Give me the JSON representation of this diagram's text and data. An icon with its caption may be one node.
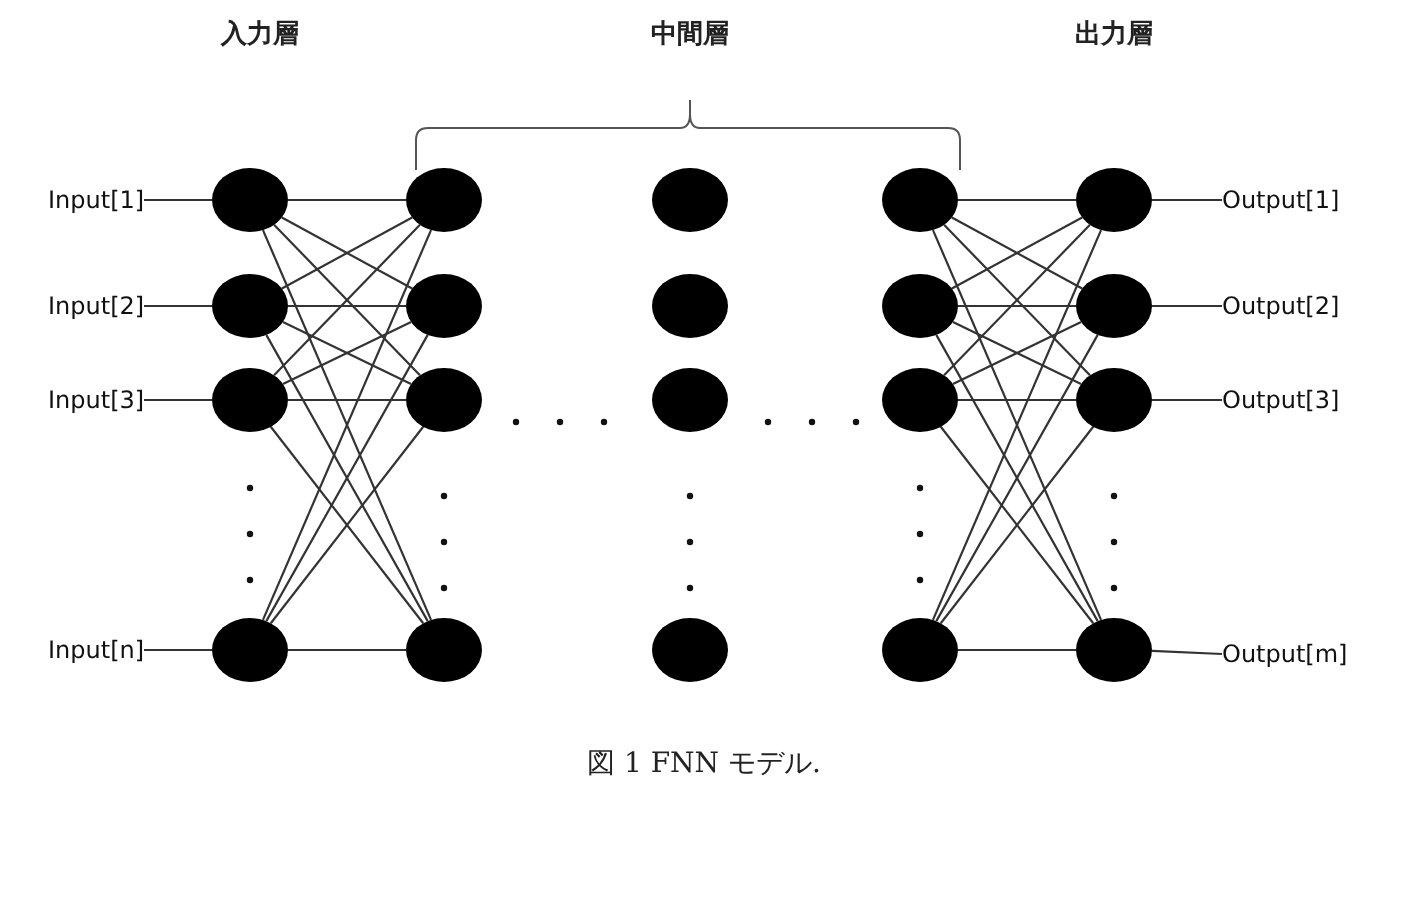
{
  "diagram": {
    "caption": "図 1 FNN モデル.",
    "nodes": [
      {
        "text": [
          "Input[1]"
        ]
      },
      {
        "text": [
          "Input[2]"
        ]
      },
      {
        "text": [
          "Input[3]"
        ]
      },
      {
        "text": [
          "Input[n]"
        ]
      },
      {
        "text": [],
        "shape": "circle"
      },
      {
        "text": [],
        "shape": "circle"
      },
      {
        "text": [],
        "shape": "circle"
      },
      {
        "text": [],
        "shape": "circle"
      },
      {
        "text": [],
        "shape": "circle"
      },
      {
        "text": [],
        "shape": "circle"
      },
      {
        "text": [],
        "shape": "circle"
      },
      {
        "text": [],
        "shape": "circle"
      },
      {
        "text": [],
        "shape": "circle"
      },
      {
        "text": [],
        "shape": "circle"
      },
      {
        "text": [],
        "shape": "circle"
      },
      {
        "text": [],
        "shape": "circle"
      },
      {
        "text": [],
        "shape": "circle"
      },
      {
        "text": [],
        "shape": "circle"
      },
      {
        "text": [],
        "shape": "circle"
      },
      {
        "text": [],
        "shape": "circle"
      },
      {
        "text": [],
        "shape": "circle"
      },
      {
        "text": [],
        "shape": "circle"
      },
      {
        "text": [],
        "shape": "circle"
      },
      {
        "text": [],
        "shape": "circle"
      },
      {
        "text": [
          "Output[1]"
        ]
      },
      {
        "text": [
          "Output[2]"
        ]
      },
      {
        "text": [
          "Output[3]"
        ]
      },
      {
        "text": [
          "Output[m]"
        ]
      }
    ],
    "edges": [
      {
        "from": 0,
        "to": 4,
        "arrow": "none"
      },
      {
        "from": 1,
        "to": 5,
        "arrow": "none"
      },
      {
        "from": 2,
        "to": 6,
        "arrow": "none"
      },
      {
        "from": 3,
        "to": 7,
        "arrow": "none"
      },
      {
        "from": 4,
        "to": 8,
        "arrow": "none"
      },
      {
        "from": 4,
        "to": 9,
        "arrow": "none"
      },
      {
        "from": 4,
        "to": 10,
        "arrow": "none"
      },
      {
        "from": 4,
        "to": 11,
        "arrow": "none"
      },
      {
        "from": 5,
        "to": 8,
        "arrow": "none"
      },
      {
        "from": 5,
        "to": 9,
        "arrow": "none"
      },
      {
        "from": 5,
        "to": 10,
        "arrow": "none"
      },
      {
        "from": 5,
        "to": 11,
        "arrow": "none"
      },
      {
        "from": 6,
        "to": 8,
        "arrow": "none"
      },
      {
        "from": 6,
        "to": 9,
        "arrow": "none"
      },
      {
        "from": 6,
        "to": 10,
        "arrow": "none"
      },
      {
        "from": 6,
        "to": 11,
        "arrow": "none"
      },
      {
        "from": 7,
        "to": 8,
        "arrow": "none"
      },
      {
        "from": 7,
        "to": 9,
        "arrow": "none"
      },
      {
        "from": 7,
        "to": 10,
        "arrow": "none"
      },
      {
        "from": 7,
        "to": 11,
        "arrow": "none"
      },
      {
        "from": 16,
        "to": 20,
        "arrow": "none"
      },
      {
        "from": 16,
        "to": 21,
        "arrow": "none"
      },
      {
        "from": 16,
        "to": 22,
        "arrow": "none"
      },
      {
        "from": 16,
        "to": 23,
        "arrow": "none"
      },
      {
        "from": 17,
        "to": 20,
        "arrow": "none"
      },
      {
        "from": 17,
        "to": 21,
        "arrow": "none"
      },
      {
        "from": 17,
        "to": 22,
        "arrow": "none"
      },
      {
        "from": 17,
        "to": 23,
        "arrow": "none"
      },
      {
        "from": 18,
        "to": 20,
        "arrow": "none"
      },
      {
        "from": 18,
        "to": 21,
        "arrow": "none"
      },
      {
        "from": 18,
        "to": 22,
        "arrow": "none"
      },
      {
        "from": 18,
        "to": 23,
        "arrow": "none"
      },
      {
        "from": 19,
        "to": 20,
        "arrow": "none"
      },
      {
        "from": 19,
        "to": 21,
        "arrow": "none"
      },
      {
        "from": 19,
        "to": 22,
        "arrow": "none"
      },
      {
        "from": 19,
        "to": 23,
        "arrow": "none"
      },
      {
        "from": 20,
        "to": 24,
        "arrow": "none"
      },
      {
        "from": 21,
        "to": 25,
        "arrow": "none"
      },
      {
        "from": 22,
        "to": 26,
        "arrow": "none"
      },
      {
        "from": 23,
        "to": 27,
        "arrow": "none"
      }
    ],
    "labels": [
      "入力層",
      "中間層",
      "出力層"
    ]
  }
}
